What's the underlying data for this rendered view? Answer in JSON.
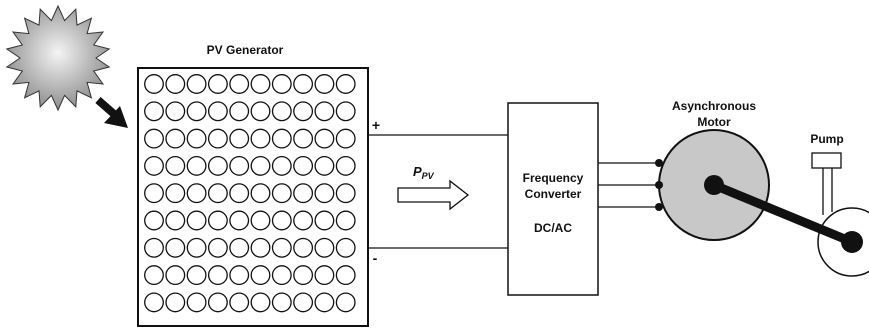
{
  "pv_generator": {
    "label": "PV Generator",
    "cell_rows": 9,
    "cell_cols": 10
  },
  "terminals": {
    "positive": "+",
    "negative": "-"
  },
  "power_flow": {
    "symbol": "P",
    "subscript": "PV"
  },
  "converter": {
    "line1": "Frequency",
    "line2": "Converter",
    "line3": "DC/AC"
  },
  "motor": {
    "line1": "Asynchronous",
    "line2": "Motor"
  },
  "pump": {
    "label": "Pump"
  },
  "colors": {
    "line": "#111111",
    "sun_fill": "#dcdcdc",
    "motor_fill": "#c8c8c8",
    "panel_fill": "#ffffff"
  }
}
